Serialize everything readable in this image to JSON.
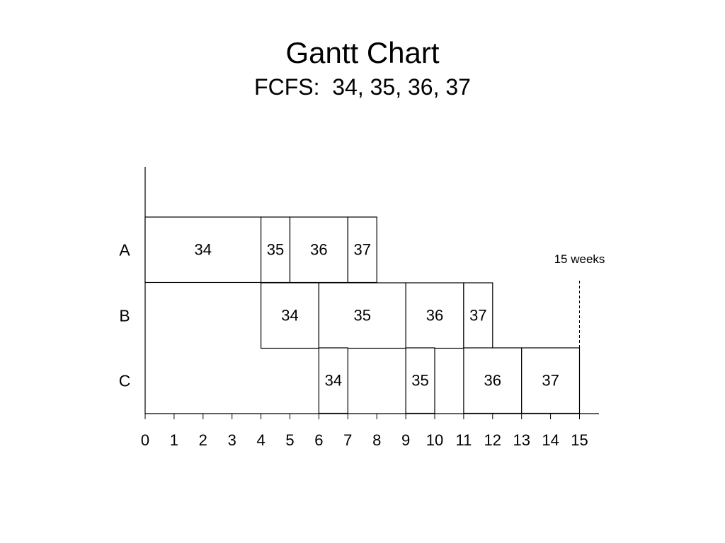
{
  "slide": {
    "title": "Gantt Chart",
    "subtitle": "FCFS:  34, 35, 36, 37"
  },
  "chart_data": {
    "type": "gantt",
    "title": "Gantt Chart",
    "subtitle": "FCFS:  34, 35, 36, 37",
    "rows": [
      "A",
      "B",
      "C"
    ],
    "x_ticks": [
      0,
      1,
      2,
      3,
      4,
      5,
      6,
      7,
      8,
      9,
      10,
      11,
      12,
      13,
      14,
      15
    ],
    "xlim": [
      0,
      15
    ],
    "grid": false,
    "legend": "none",
    "colors": {
      "line": "#000000",
      "background": "#ffffff",
      "bar_fill": "#ffffff"
    },
    "tasks": [
      {
        "row": "A",
        "label": "34",
        "start": 0,
        "end": 4
      },
      {
        "row": "A",
        "label": "35",
        "start": 4,
        "end": 5
      },
      {
        "row": "A",
        "label": "36",
        "start": 5,
        "end": 7
      },
      {
        "row": "A",
        "label": "37",
        "start": 7,
        "end": 8
      },
      {
        "row": "B",
        "label": "34",
        "start": 4,
        "end": 6
      },
      {
        "row": "B",
        "label": "35",
        "start": 6,
        "end": 9
      },
      {
        "row": "B",
        "label": "36",
        "start": 9,
        "end": 11
      },
      {
        "row": "B",
        "label": "37",
        "start": 11,
        "end": 12
      },
      {
        "row": "C",
        "label": "34",
        "start": 6,
        "end": 7
      },
      {
        "row": "C",
        "label": "35",
        "start": 9,
        "end": 10
      },
      {
        "row": "C",
        "label": "36",
        "start": 11,
        "end": 13
      },
      {
        "row": "C",
        "label": "37",
        "start": 13,
        "end": 15
      }
    ],
    "annotations": [
      {
        "text": "15 weeks",
        "x": 15,
        "style": "dashed vertical line"
      }
    ]
  }
}
